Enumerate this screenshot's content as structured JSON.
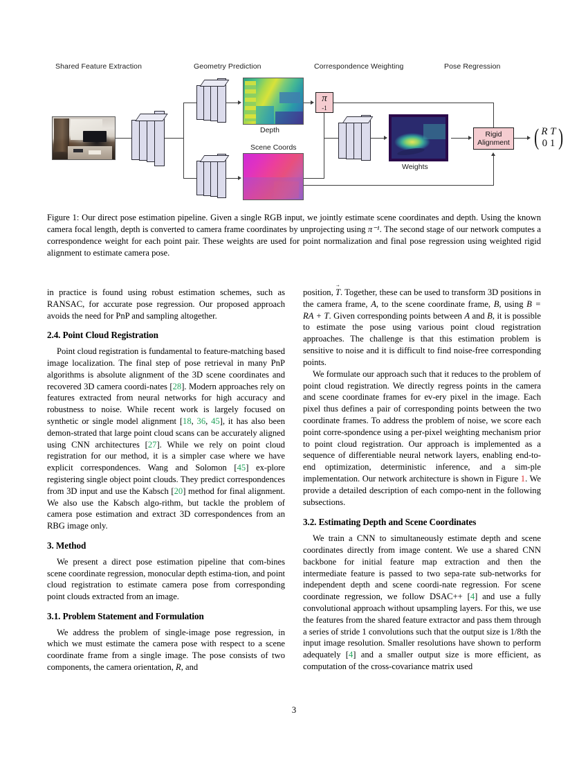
{
  "figure": {
    "stage_labels": [
      "Shared Feature Extraction",
      "Geometry Prediction",
      "Correspondence Weighting",
      "Pose Regression"
    ],
    "block_labels": {
      "depth": "Depth",
      "scene_coords": "Scene Coords",
      "weights": "Weights"
    },
    "unprojection_box": "π",
    "unprojection_exponent": "-1",
    "rigid_alignment_line1": "Rigid",
    "rigid_alignment_line2": "Alignment",
    "pose_matrix_row1": "R  T",
    "pose_matrix_row2": "0  1",
    "colors": {
      "pink_box_fill": "#f5ccd0",
      "pink_box_border": "#1b1b1b",
      "cnn_slab_fill": "#dcdcec",
      "wire": "#3c3c3c"
    }
  },
  "caption": {
    "label": "Figure 1:",
    "text": " Our direct pose estimation pipeline. Given a single RGB input, we jointly estimate scene coordinates and depth. Using the known camera focal length, depth is converted to camera frame coordinates by unprojecting using ",
    "math": "π⁻¹",
    "text2": ". The second stage of our network computes a correspondence weight for each point pair. These weights are used for point normalization and final pose regression using weighted rigid alignment to estimate camera pose."
  },
  "left_column": {
    "para_continued": "in practice is found using robust estimation schemes, such as RANSAC, for accurate pose regression. Our proposed approach avoids the need for PnP and sampling altogether.",
    "heading_2_4": "2.4. Point Cloud Registration",
    "para_pcr_a": "Point cloud registration is fundamental to feature-matching based image localization. The final step of pose retrieval in many PnP algorithms is absolute alignment of the 3D scene coordinates and recovered 3D camera coordi-nates [",
    "cite_28": "28",
    "para_pcr_b": "]. Modern approaches rely on features extracted from neural networks for high accuracy and robustness to noise. While recent work is largely focused on synthetic or single model alignment [",
    "cite_18": "18",
    "cite_36": "36",
    "cite_45": "45",
    "para_pcr_c": "], it has also been demon-strated that large point cloud scans can be accurately aligned using CNN architectures [",
    "cite_27": "27",
    "para_pcr_d": "]. While we rely on point cloud registration for our method, it is a simpler case where we have explicit correspondences. Wang and Solomon [",
    "cite_45b": "45",
    "para_pcr_e": "] ex-plore registering single object point clouds. They predict correspondences from 3D input and use the Kabsch [",
    "cite_20": "20",
    "para_pcr_f": "] method for final alignment. We also use the Kabsch algo-rithm, but tackle the problem of camera pose estimation and extract 3D correspondences from an RBG image only.",
    "heading_3": "3. Method",
    "para_method": "We present a direct pose estimation pipeline that com-bines scene coordinate regression, monocular depth estima-tion, and point cloud registration to estimate camera pose from corresponding point clouds extracted from an image.",
    "heading_3_1": "3.1. Problem Statement and Formulation",
    "para_problem_a": "We address the problem of single-image pose regression, in which we must estimate the camera pose with respect to a scene coordinate frame from a single image. The pose consists of two components, the camera orientation, ",
    "var_R": "R",
    "para_problem_b": ", and"
  },
  "right_column": {
    "para_cont_a": "position, ",
    "var_T": "T",
    "para_cont_b": ". Together, these can be used to transform 3D positions in the camera frame, ",
    "var_A": "A",
    "para_cont_c": ", to the scene coordinate frame, ",
    "var_B": "B",
    "para_cont_d": ", using ",
    "eq_B": "B = RA + T",
    "para_cont_e": ". Given corresponding points between ",
    "var_A2": "A",
    "para_cont_f": " and ",
    "var_B2": "B",
    "para_cont_g": ", it is possible to estimate the pose using various point cloud registration approaches. The challenge is that this estimation problem is sensitive to noise and it is difficult to find noise-free corresponding points.",
    "para_formulate_a": "We formulate our approach such that it reduces to the problem of point cloud registration. We directly regress points in the camera and scene coordinate frames for ev-ery pixel in the image. Each pixel thus defines a pair of corresponding points between the two coordinate frames. To address the problem of noise, we score each point corre-spondence using a per-pixel weighting mechanism prior to point cloud registration. Our approach is implemented as a sequence of differentiable neural network layers, enabling end-to-end optimization, deterministic inference, and a sim-ple implementation. Our network architecture is shown in Figure ",
    "fig_ref": "1",
    "para_formulate_b": ". We provide a detailed description of each compo-nent in the following subsections.",
    "heading_3_2": "3.2. Estimating Depth and Scene Coordinates",
    "para_estimating_a": "We train a CNN to simultaneously estimate depth and scene coordinates directly from image content. We use a shared CNN backbone for initial feature map extraction and then the intermediate feature is passed to two sepa-rate sub-networks for independent depth and scene coordi-nate regression. For scene coordinate regression, we follow DSAC++ [",
    "cite_4": "4",
    "para_estimating_b": "] and use a fully convolutional approach without upsampling layers. For this, we use the features from the shared feature extractor and pass them through a series of stride 1 convolutions such that the output size is 1/8th the input image resolution. Smaller resolutions have shown to perform adequately [",
    "cite_4b": "4",
    "para_estimating_c": "] and a smaller output size is more efficient, as computation of the cross-covariance matrix used"
  },
  "page_number": "3"
}
